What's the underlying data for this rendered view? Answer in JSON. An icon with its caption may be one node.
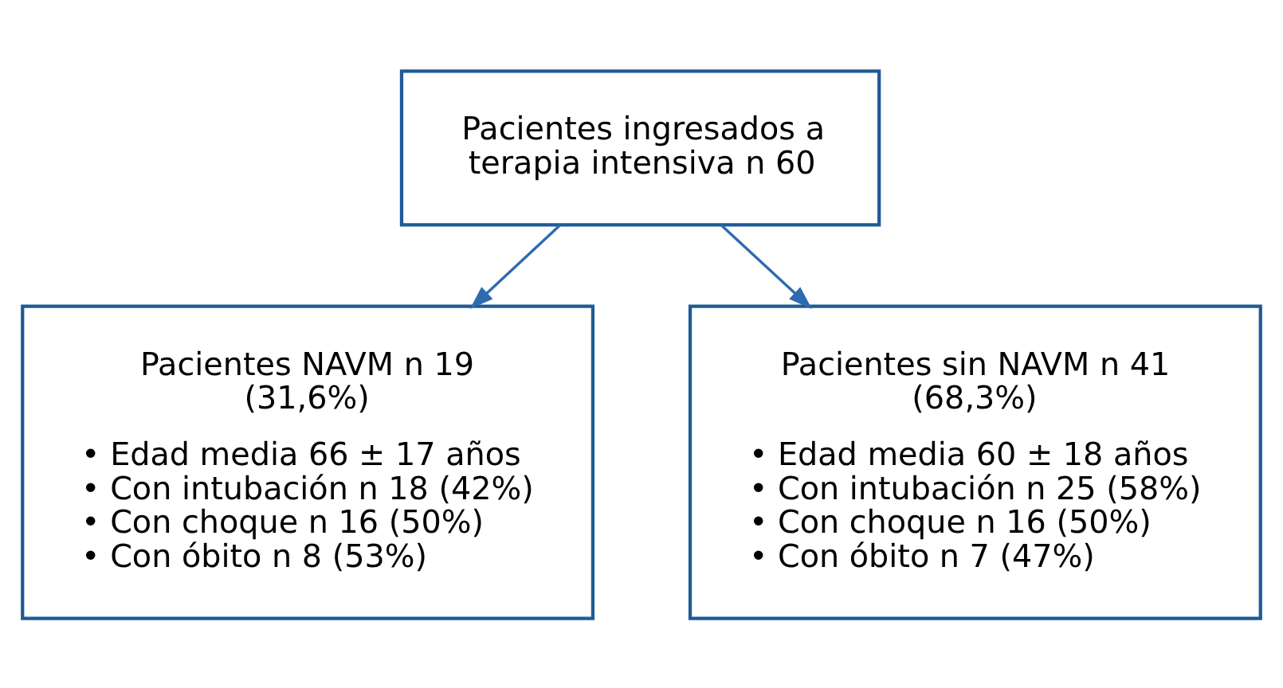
{
  "diagram": {
    "nodes": [
      {
        "text": [
          "Pacientes ingresados a terapia intensiva n 60"
        ]
      },
      {
        "text": [
          "Pacientes NAVM n 19 (31,6%)",
          "• Edad media 66 ± 17 años",
          "• Con intubación n 18 (42%)",
          "• Con choque n 16 (50%)",
          "• Con óbito n 8 (53%)"
        ]
      },
      {
        "text": [
          "Pacientes sin NAVM n 41 (68,3%)",
          "• Edad media 60 ± 18 años",
          "• Con intubación n 25 (58%)",
          "• Con choque n 16 (50%)",
          "• Con óbito n 7 (47%)"
        ]
      }
    ],
    "edges": [
      {
        "from": 0,
        "to": 1,
        "arrow": "to"
      },
      {
        "from": 0,
        "to": 2,
        "arrow": "to"
      }
    ]
  }
}
